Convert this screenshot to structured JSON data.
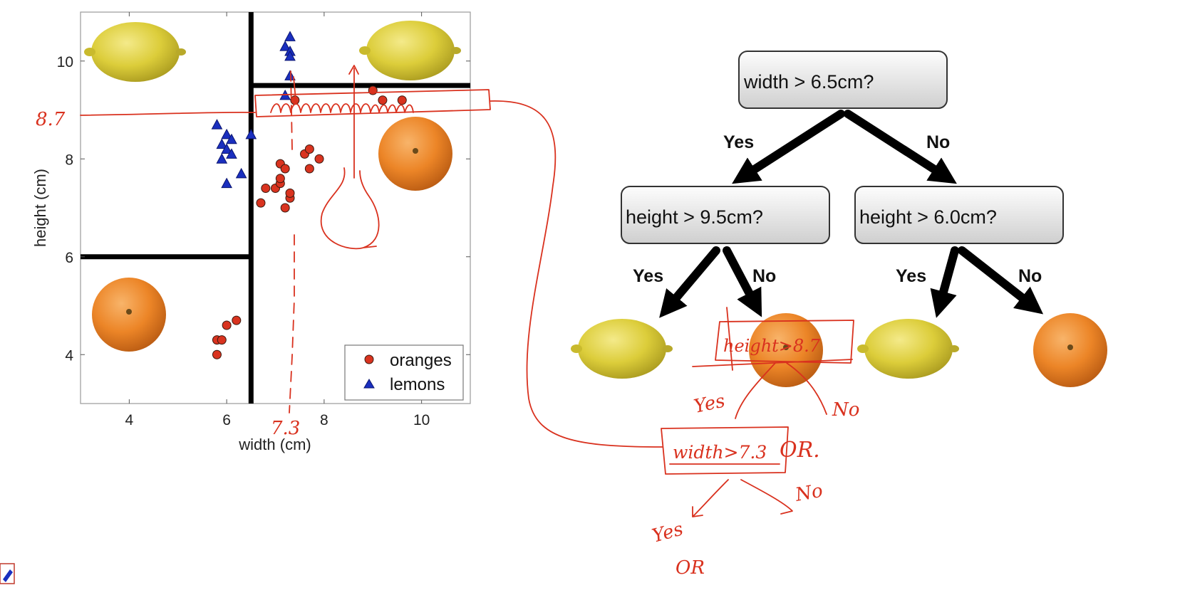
{
  "chart_data": {
    "type": "scatter",
    "xlabel": "width (cm)",
    "ylabel": "height (cm)",
    "xlim": [
      3,
      11
    ],
    "ylim": [
      3,
      11
    ],
    "xticks": [
      "4",
      "6",
      "8",
      "10"
    ],
    "yticks": [
      "4",
      "6",
      "8",
      "10"
    ],
    "grid": false,
    "legend_position": "bottom-right",
    "series": [
      {
        "name": "oranges",
        "marker": "circle",
        "color": "#d9331f",
        "points": [
          [
            5.8,
            4.3
          ],
          [
            5.9,
            4.3
          ],
          [
            5.8,
            4.0
          ],
          [
            6.0,
            4.6
          ],
          [
            6.2,
            4.7
          ],
          [
            6.7,
            7.1
          ],
          [
            6.8,
            7.4
          ],
          [
            7.0,
            7.4
          ],
          [
            7.1,
            7.5
          ],
          [
            7.1,
            7.6
          ],
          [
            7.1,
            7.9
          ],
          [
            7.2,
            7.8
          ],
          [
            7.2,
            7.0
          ],
          [
            7.3,
            7.2
          ],
          [
            7.3,
            7.3
          ],
          [
            7.6,
            8.1
          ],
          [
            7.7,
            8.2
          ],
          [
            7.7,
            7.8
          ],
          [
            7.9,
            8.0
          ],
          [
            7.4,
            9.2
          ],
          [
            9.0,
            9.4
          ],
          [
            9.2,
            9.2
          ],
          [
            9.6,
            9.2
          ]
        ]
      },
      {
        "name": "lemons",
        "marker": "triangle",
        "color": "#1a2fbf",
        "points": [
          [
            5.8,
            8.7
          ],
          [
            5.9,
            8.3
          ],
          [
            5.9,
            8.0
          ],
          [
            6.0,
            8.2
          ],
          [
            6.0,
            8.5
          ],
          [
            6.1,
            8.4
          ],
          [
            6.1,
            8.1
          ],
          [
            6.0,
            7.5
          ],
          [
            6.3,
            7.7
          ],
          [
            6.5,
            8.5
          ],
          [
            7.2,
            10.3
          ],
          [
            7.3,
            10.5
          ],
          [
            7.3,
            10.2
          ],
          [
            7.3,
            10.1
          ],
          [
            7.3,
            9.7
          ],
          [
            7.2,
            9.3
          ]
        ]
      }
    ],
    "decision_lines": [
      {
        "orientation": "vertical",
        "x": 6.5,
        "y_range": [
          3,
          11
        ]
      },
      {
        "orientation": "horizontal",
        "y": 6.0,
        "x_range": [
          3,
          6.5
        ]
      },
      {
        "orientation": "horizontal",
        "y": 9.5,
        "x_range": [
          6.5,
          11
        ]
      }
    ]
  },
  "legend": {
    "oranges_label": "oranges",
    "lemons_label": "lemons"
  },
  "tree": {
    "root": "width > 6.5cm?",
    "left": "height > 9.5cm?",
    "right": "height > 6.0cm?",
    "root_yes": "Yes",
    "root_no": "No",
    "left_yes": "Yes",
    "left_no": "No",
    "right_yes": "Yes",
    "right_no": "No"
  },
  "fruit_icons": {
    "lemon_color": "#e2d341",
    "orange_color": "#ef8a2e"
  },
  "annotations": {
    "y_mark": "8.7",
    "x_mark": "7.3",
    "box_condition": "height>8.7",
    "new_node": "width>7.3",
    "or_text": "OR.",
    "yes_text": "Yes",
    "no_text": "No",
    "bottom_yes": "Yes",
    "bottom_or": "OR",
    "bottom_no": "No",
    "ink_color": "#d9311e"
  }
}
